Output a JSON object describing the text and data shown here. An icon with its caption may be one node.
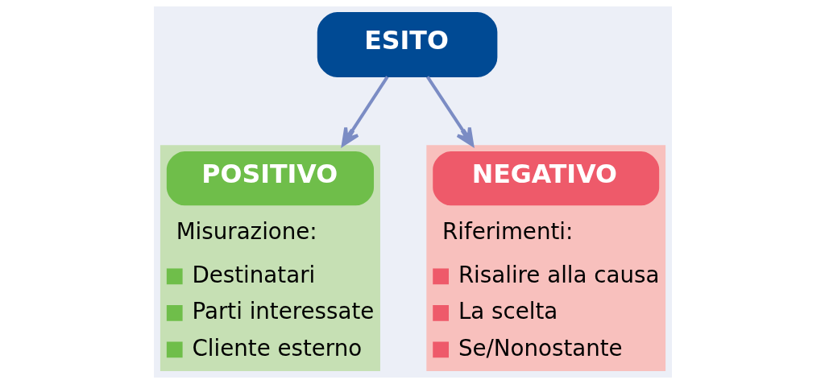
{
  "diagram": {
    "nodes": [
      {
        "text": [
          "ESITO"
        ]
      },
      {
        "text": [
          "POSITIVO",
          "Misurazione:",
          "Destinatari",
          "Parti interessate",
          "Cliente esterno"
        ]
      },
      {
        "text": [
          "NEGATIVO",
          "Riferimenti:",
          "Risalire alla causa",
          "La scelta",
          "Se/Nonostante"
        ]
      }
    ],
    "edges": [
      {
        "from": 0,
        "to": 1,
        "arrow": "to"
      },
      {
        "from": 0,
        "to": 2,
        "arrow": "to"
      }
    ]
  }
}
